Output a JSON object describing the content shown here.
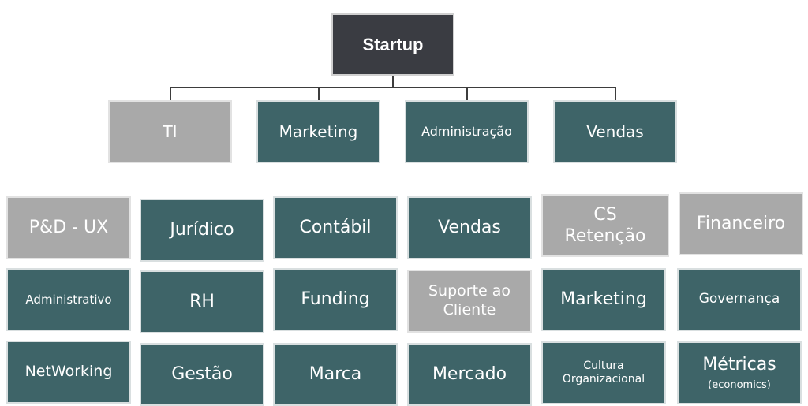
{
  "root": {
    "label": "Startup"
  },
  "departments": [
    {
      "label": "TI",
      "style": "gray"
    },
    {
      "label": "Marketing",
      "style": "teal"
    },
    {
      "label": "Administração",
      "style": "teal"
    },
    {
      "label": "Vendas",
      "style": "teal"
    }
  ],
  "grid": {
    "row1": [
      "P&D - UX",
      "Jurídico",
      "Contábil",
      "Vendas",
      "CS",
      "Retenção",
      "Financeiro"
    ],
    "row2": [
      "Administrativo",
      "RH",
      "Funding",
      "Suporte ao",
      "Cliente",
      "Marketing",
      "Governança"
    ],
    "row3": [
      "NetWorking",
      "Gestão",
      "Marca",
      "Mercado",
      "Cultura",
      "Organizacional",
      "Métricas",
      "(economics)"
    ]
  },
  "colors": {
    "teal": "#3e6468",
    "gray": "#a9a9a9",
    "root": "#3a3c42",
    "connector": "#3d3d3d"
  }
}
